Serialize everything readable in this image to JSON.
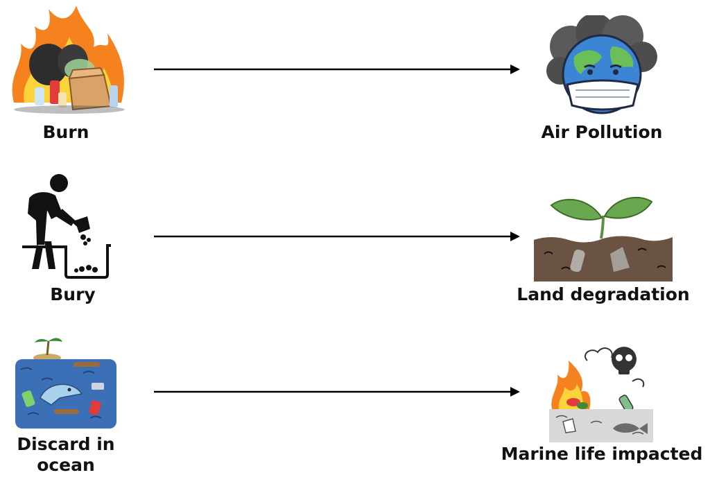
{
  "colors": {
    "text": "#111111",
    "arrow": "#000000",
    "fire_orange": "#f5821f",
    "fire_yellow": "#fbd33b",
    "soil": "#6b5343",
    "leaf": "#6aa84f",
    "ocean": "#3b6fb6",
    "earth_blue": "#3c84d4",
    "earth_green": "#6bbf59",
    "smoke": "#5a5a5a"
  },
  "rows": [
    {
      "cause": {
        "label": "Burn",
        "icon": "burning-trash-icon"
      },
      "effect": {
        "label": "Air Pollution",
        "icon": "masked-earth-smog-icon"
      }
    },
    {
      "cause": {
        "label": "Bury",
        "icon": "person-shoveling-icon"
      },
      "effect": {
        "label": "Land degradation",
        "icon": "seedling-polluted-soil-icon"
      }
    },
    {
      "cause": {
        "label": "Discard in ocean",
        "label_line1": "Discard in",
        "label_line2": "ocean",
        "icon": "polluted-ocean-icon"
      },
      "effect": {
        "label": "Marine life impacted",
        "icon": "dead-fish-fire-icon"
      }
    }
  ]
}
